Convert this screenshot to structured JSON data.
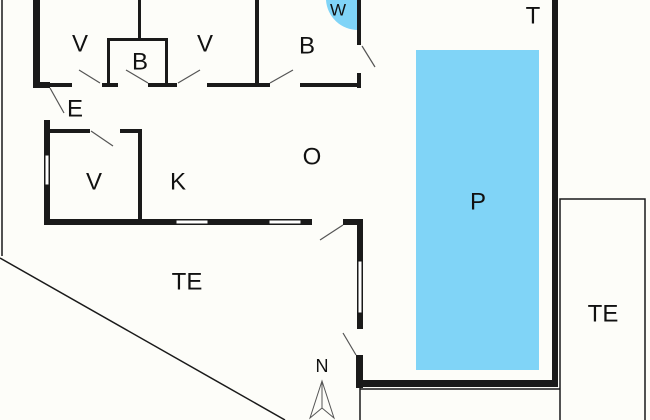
{
  "title": "Floor plan",
  "rooms": {
    "v1": "V",
    "b1": "B",
    "v2": "V",
    "b2": "B",
    "w": "W",
    "e": "E",
    "v3": "V",
    "k": "K",
    "o": "O",
    "t": "T",
    "p": "P",
    "te1": "TE",
    "te2": "TE"
  },
  "compass": {
    "north": "N"
  },
  "colors": {
    "pool": "#80d4f7",
    "wall": "#1a1a1a",
    "background": "#fdfdf9"
  }
}
